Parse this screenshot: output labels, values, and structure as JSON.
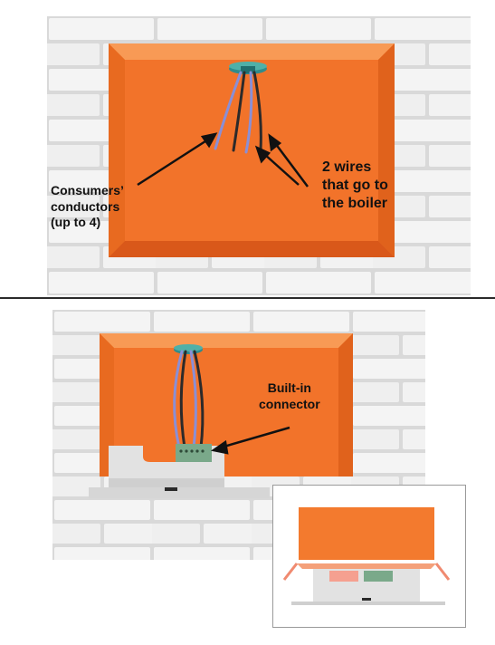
{
  "top": {
    "label_consumers": "Consumers’\nconductors\n(up to 4)",
    "label_boiler": "2 wires\nthat go to\nthe boiler"
  },
  "bottom": {
    "label_connector": "Built-in\nconnector"
  },
  "colors": {
    "brick_face": "#f4f4f4",
    "mortar": "#d9d9d9",
    "box_orange": "#f37a2e",
    "box_orange_dark": "#e0621c",
    "wire_blue": "#8a8fd6",
    "wire_dark": "#2c2a2a",
    "thermostat_gray": "#e2e2e2",
    "connector_green": "#7aa98a",
    "inset_border": "#9a9a9a"
  },
  "icons": [
    "wall-gland-icon",
    "connector-icon"
  ]
}
